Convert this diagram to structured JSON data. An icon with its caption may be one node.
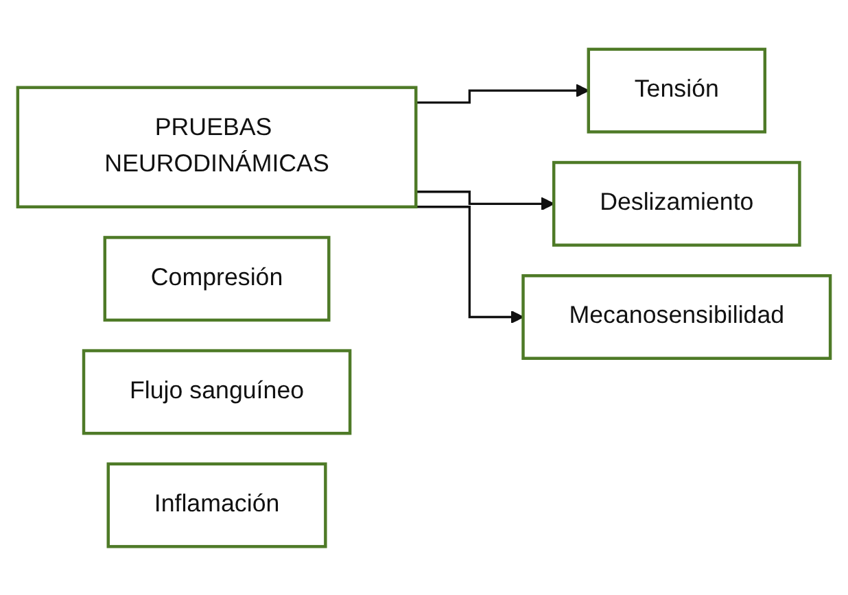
{
  "diagram": {
    "nodes": [
      {
        "text": [
          "PRUEBAS NEURODINÁMICAS"
        ]
      },
      {
        "text": [
          "Tensión"
        ]
      },
      {
        "text": [
          "Compresión"
        ]
      },
      {
        "text": [
          "Deslizamiento"
        ]
      },
      {
        "text": [
          "Flujo sanguíneo"
        ]
      },
      {
        "text": [
          "Inflamación"
        ]
      },
      {
        "text": [
          "Mecanosensibilidad"
        ]
      }
    ],
    "edges": [
      {
        "from": 0,
        "to": 1,
        "arrow": "to"
      },
      {
        "from": 0,
        "to": 3,
        "arrow": "to"
      },
      {
        "from": 0,
        "to": 6,
        "arrow": "to"
      }
    ]
  }
}
